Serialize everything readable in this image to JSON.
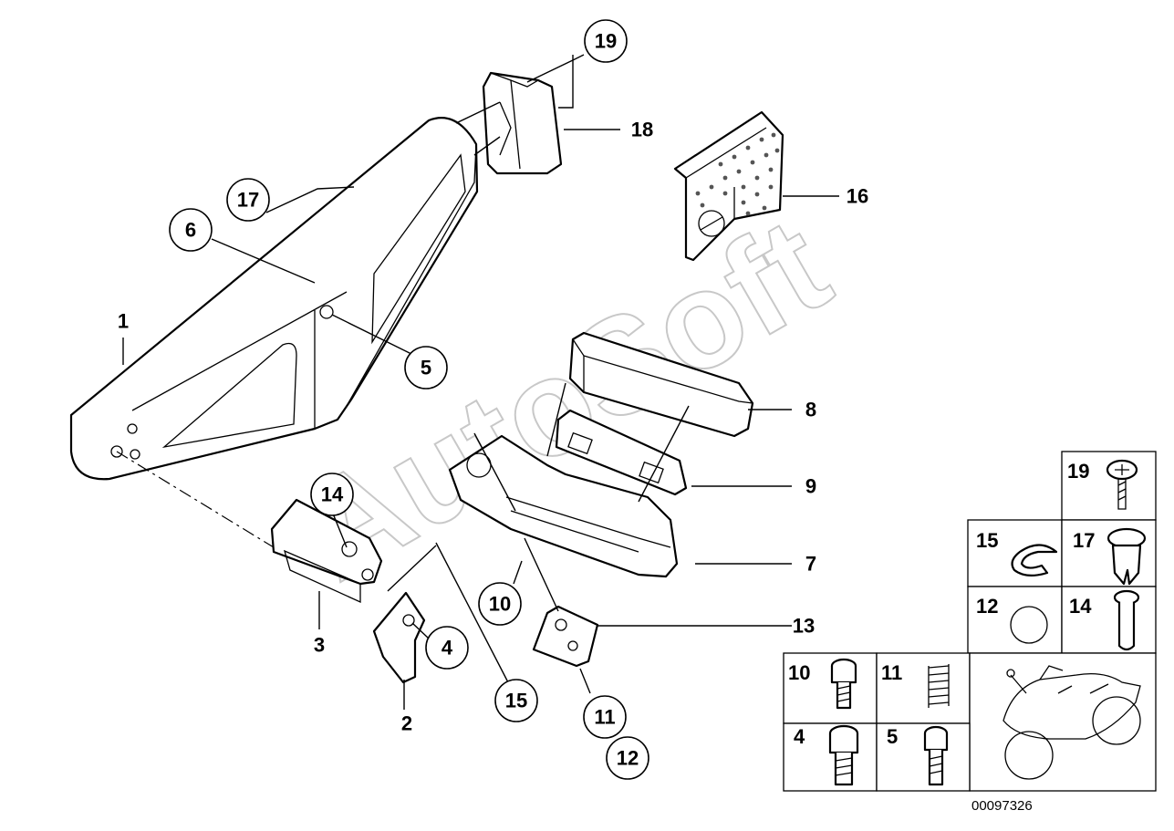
{
  "diagram_id": "00097326",
  "watermark": "AutoSoft",
  "callouts": [
    {
      "id": "c19",
      "label": "19"
    },
    {
      "id": "c17",
      "label": "17"
    },
    {
      "id": "c6",
      "label": "6"
    },
    {
      "id": "c5",
      "label": "5"
    },
    {
      "id": "c14",
      "label": "14"
    },
    {
      "id": "c4",
      "label": "4"
    },
    {
      "id": "c15",
      "label": "15"
    },
    {
      "id": "c10",
      "label": "10"
    },
    {
      "id": "c11",
      "label": "11"
    },
    {
      "id": "c12",
      "label": "12"
    }
  ],
  "labels": [
    {
      "id": "l18",
      "label": "18"
    },
    {
      "id": "l16",
      "label": "16"
    },
    {
      "id": "l1",
      "label": "1"
    },
    {
      "id": "l8",
      "label": "8"
    },
    {
      "id": "l9",
      "label": "9"
    },
    {
      "id": "l7",
      "label": "7"
    },
    {
      "id": "l13",
      "label": "13"
    },
    {
      "id": "l3",
      "label": "3"
    },
    {
      "id": "l2",
      "label": "2"
    }
  ],
  "legend_cells": [
    {
      "id": "t19",
      "label": "19",
      "part": "screw-with-washer"
    },
    {
      "id": "t15",
      "label": "15",
      "part": "circlip"
    },
    {
      "id": "t17",
      "label": "17",
      "part": "expanding-rivet"
    },
    {
      "id": "t12",
      "label": "12",
      "part": "cap"
    },
    {
      "id": "t14",
      "label": "14",
      "part": "pin"
    },
    {
      "id": "t10",
      "label": "10",
      "part": "allen-screw-short"
    },
    {
      "id": "t11",
      "label": "11",
      "part": "spring"
    },
    {
      "id": "t4",
      "label": "4",
      "part": "allen-screw"
    },
    {
      "id": "t5",
      "label": "5",
      "part": "allen-screw-long"
    }
  ]
}
